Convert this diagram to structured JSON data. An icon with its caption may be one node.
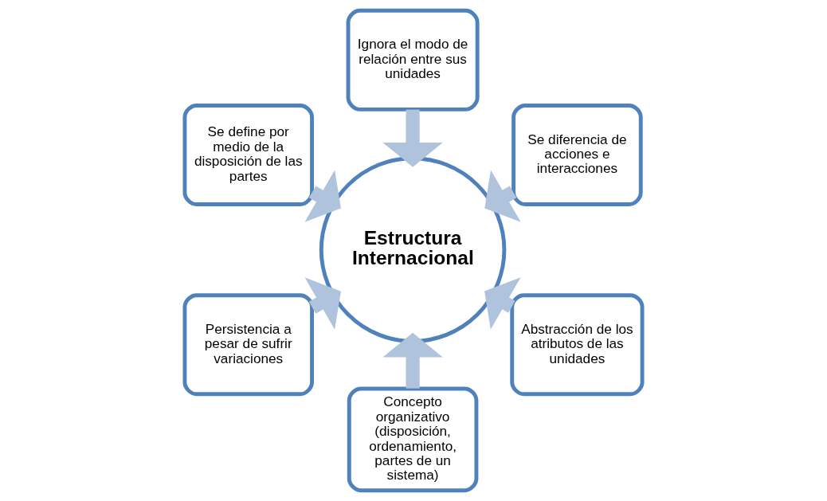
{
  "diagram": {
    "nodes": [
      {
        "text": [
          "Estructura Internacional"
        ]
      },
      {
        "text": [
          "Se diferencia de acciones e interacciones"
        ]
      },
      {
        "text": [
          "Ignora el modo de relación entre sus unidades"
        ]
      },
      {
        "text": [
          "Se define por medio de la disposición de las partes"
        ]
      },
      {
        "text": [
          "Persistencia a pesar de sufrir variaciones"
        ]
      },
      {
        "text": [
          "Concepto organizativo (disposición, ordenamiento, partes de un sistema)"
        ]
      },
      {
        "text": [
          "Abstracción de los atributos de las unidades"
        ]
      }
    ],
    "edges": [
      {
        "from": 1,
        "to": 0,
        "arrow": "to"
      },
      {
        "from": 2,
        "to": 0,
        "arrow": "to"
      },
      {
        "from": 3,
        "to": 0,
        "arrow": "to"
      },
      {
        "from": 4,
        "to": 0,
        "arrow": "to"
      },
      {
        "from": 5,
        "to": 0,
        "arrow": "to"
      },
      {
        "from": 6,
        "to": 0,
        "arrow": "to"
      }
    ]
  }
}
